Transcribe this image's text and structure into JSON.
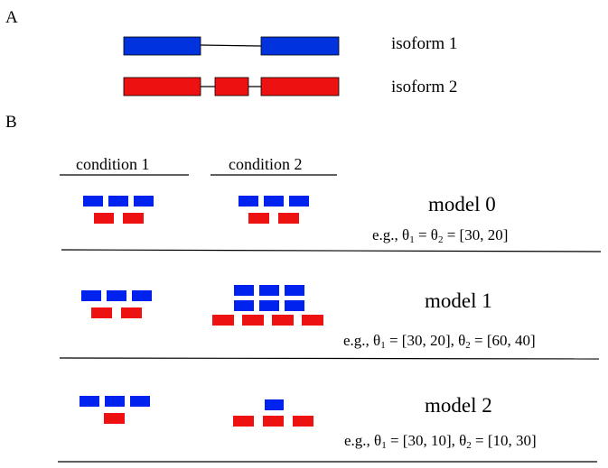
{
  "panel_a": {
    "letter": "A",
    "isoforms": [
      {
        "label": "isoform 1",
        "color": "#0033dd",
        "exons": 2
      },
      {
        "label": "isoform 2",
        "color": "#ee1111",
        "exons": 3
      }
    ]
  },
  "panel_b": {
    "letter": "B",
    "condition_labels": [
      "condition 1",
      "condition 2"
    ],
    "colors": {
      "isoform1": "#0022ee",
      "isoform2": "#ee1111"
    },
    "models": [
      {
        "title": "model 0",
        "example": {
          "prefix": "e.g., ",
          "parts": [
            {
              "sym": "θ",
              "sub": "1",
              "text": " = "
            },
            {
              "sym": "θ",
              "sub": "2",
              "text": " = [30, 20]"
            }
          ]
        },
        "condition1": {
          "blue": 3,
          "red": 2
        },
        "condition2": {
          "blue": 3,
          "red": 2
        }
      },
      {
        "title": "model 1",
        "example": {
          "prefix": "e.g., ",
          "parts": [
            {
              "sym": "θ",
              "sub": "1",
              "text": " = [30, 20], "
            },
            {
              "sym": "θ",
              "sub": "2",
              "text": " = [60, 40]"
            }
          ]
        },
        "condition1": {
          "blue": 3,
          "red": 2
        },
        "condition2": {
          "blue": 6,
          "red": 4
        }
      },
      {
        "title": "model 2",
        "example": {
          "prefix": "e.g., ",
          "parts": [
            {
              "sym": "θ",
              "sub": "1",
              "text": " = [30, 10], "
            },
            {
              "sym": "θ",
              "sub": "2",
              "text": " = [10, 30]"
            }
          ]
        },
        "condition1": {
          "blue": 3,
          "red": 1
        },
        "condition2": {
          "blue": 1,
          "red": 3
        }
      }
    ]
  }
}
